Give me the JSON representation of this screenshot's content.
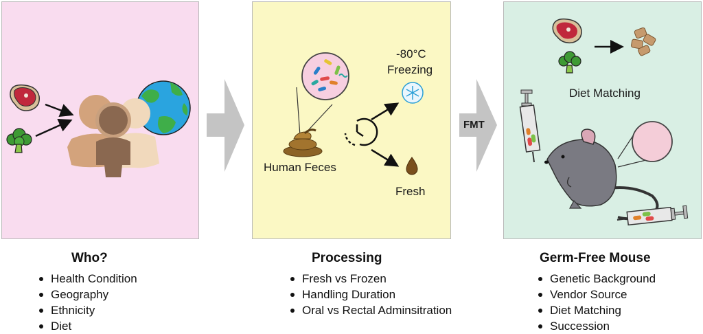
{
  "colors": {
    "panel1": "#f9dcef",
    "panel2": "#fbf8c4",
    "panel3": "#d9efe4",
    "flow_arrow": "#c4c4c4"
  },
  "panels": {
    "who": {
      "title": "Who?",
      "bullets": [
        "Health Condition",
        "Geography",
        "Ethnicity",
        "Diet"
      ]
    },
    "processing": {
      "title": "Processing",
      "labels": {
        "feces": "Human Feces",
        "freezing_temp": "-80°C",
        "freezing": "Freezing",
        "fresh": "Fresh"
      },
      "bullets": [
        "Fresh vs Frozen",
        "Handling Duration",
        "Oral vs Rectal Adminsitration"
      ]
    },
    "mouse": {
      "title": "Germ-Free Mouse",
      "labels": {
        "diet_matching": "Diet Matching"
      },
      "bullets": [
        "Genetic Background",
        "Vendor Source",
        "Diet Matching",
        "Succession"
      ]
    }
  },
  "arrows": {
    "fmt": "FMT"
  },
  "icons": [
    "steak-icon",
    "broccoli-icon",
    "people-icon",
    "globe-icon",
    "microscope-circle-icon",
    "feces-icon",
    "clock-icon",
    "snowflake-icon",
    "drop-icon",
    "pellet-icon",
    "syringe-icon",
    "mouse-icon"
  ]
}
